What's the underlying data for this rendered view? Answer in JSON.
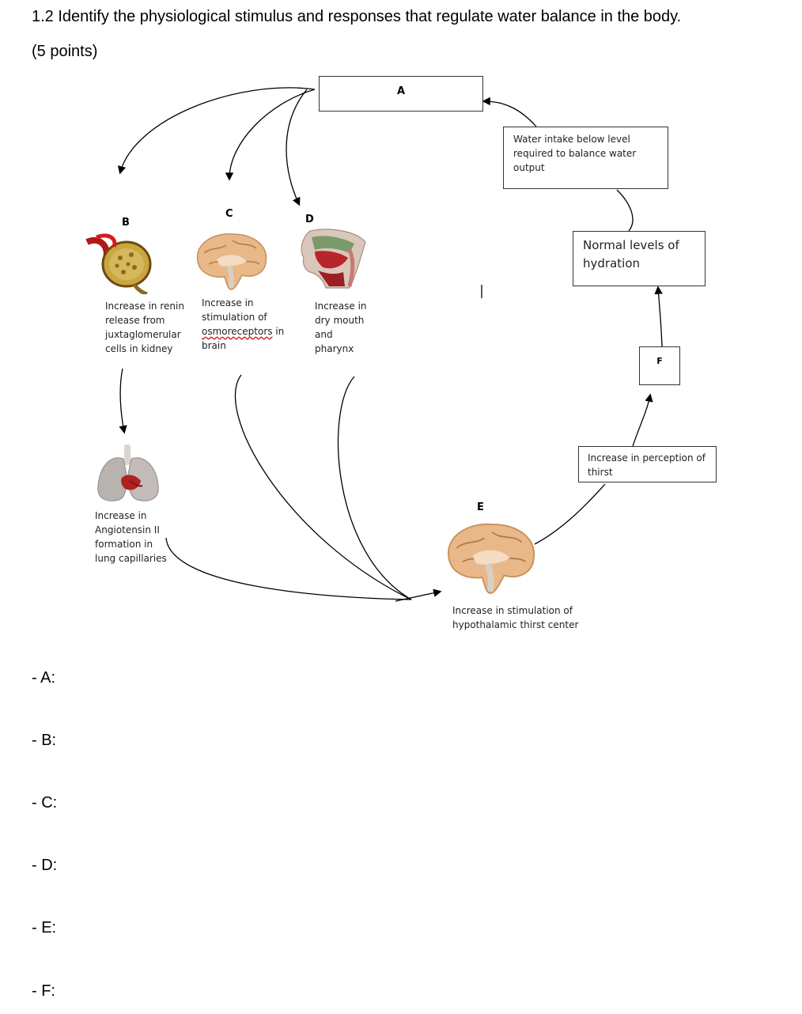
{
  "question": {
    "title": "1.2 Identify the physiological stimulus and responses that regulate water balance in the body.",
    "points": "(5 points)"
  },
  "diagram": {
    "box_a": "A",
    "water_intake": "Water intake below level required to balance water output",
    "normal_hydration": "Normal levels of hydration",
    "box_f": "F",
    "perception_thirst": "Increase in perception of thirst",
    "letter_b": "B",
    "letter_c": "C",
    "letter_d": "D",
    "letter_e": "E",
    "caption_b": "Increase in renin release from juxtaglomerular cells in kidney",
    "caption_c_1": "Increase in stimulation of",
    "caption_c_2": "osmoreceptors",
    "caption_c_3": " in brain",
    "caption_d": "Increase in dry mouth and pharynx",
    "caption_lungs": "Increase in Angiotensin II formation in lung capillaries",
    "caption_e": "Increase in stimulation of hypothalamic thirst center",
    "images": [
      "kidney-icon",
      "brain-icon",
      "mouth-pharynx-icon",
      "lungs-icon",
      "brain-icon"
    ]
  },
  "answers": [
    "- A:",
    "- B:",
    "- C:",
    "- D:",
    "- E:",
    "- F:"
  ]
}
